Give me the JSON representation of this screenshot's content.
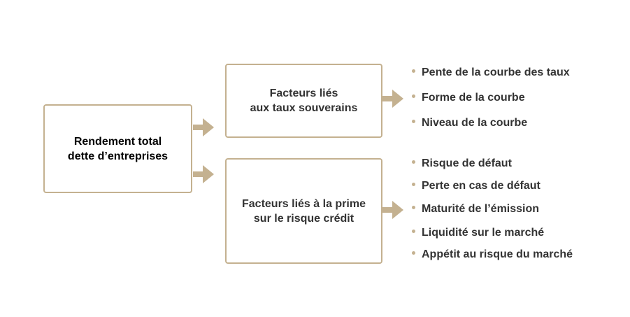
{
  "colors": {
    "accent": "#c4b190",
    "text": "#333333"
  },
  "nodes": {
    "total": "Rendement total\ndette d’entreprises",
    "sovereign": "Facteurs liés\naux taux souverains",
    "credit": "Facteurs liés à la prime\nsur le risque crédit"
  },
  "sovereign_factors": [
    "Pente de la courbe des taux",
    "Forme de la courbe",
    "Niveau de la courbe"
  ],
  "credit_factors": [
    "Risque de défaut",
    "Perte en cas de défaut",
    "Maturité de l’émission",
    "Liquidité sur le marché",
    "Appétit au risque du marché"
  ]
}
